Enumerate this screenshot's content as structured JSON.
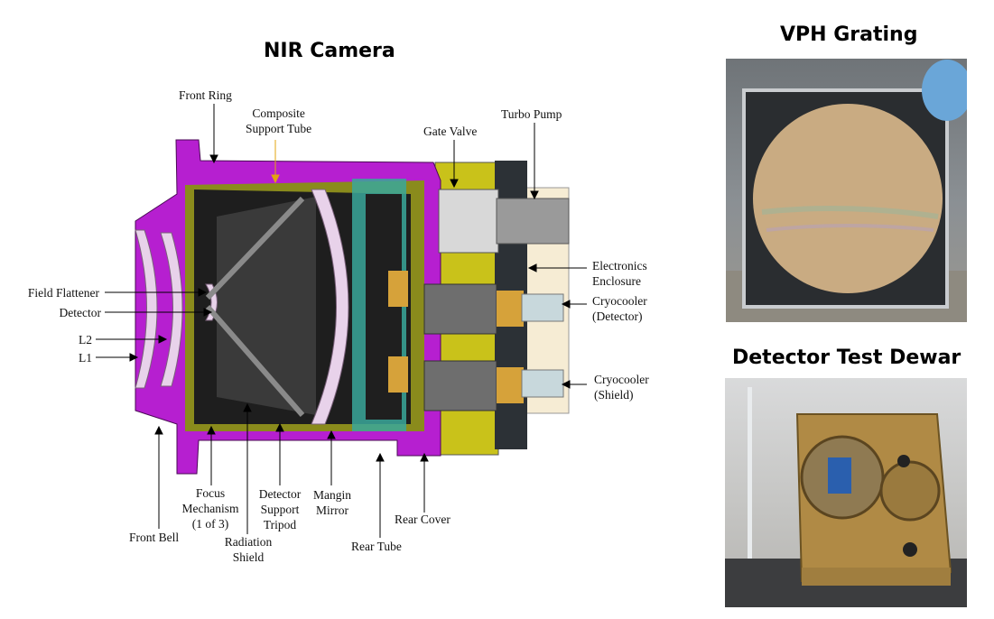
{
  "headings": {
    "nir_camera": "NIR Camera",
    "vph_grating": "VPH Grating",
    "detector_test_dewar": "Detector Test Dewar"
  },
  "labels": {
    "front_ring": "Front Ring",
    "composite_support_tube": [
      "Composite",
      "Support Tube"
    ],
    "gate_valve": "Gate Valve",
    "turbo_pump": "Turbo Pump",
    "electronics_enclosure": [
      "Electronics",
      "Enclosure"
    ],
    "cryocooler_detector": [
      "Cryocooler",
      "(Detector)"
    ],
    "cryocooler_shield": [
      "Cryocooler",
      "(Shield)"
    ],
    "field_flattener": "Field Flattener",
    "detector": "Detector",
    "l2": "L2",
    "l1": "L1",
    "front_bell": "Front Bell",
    "focus_mechanism": [
      "Focus",
      "Mechanism",
      "(1 of 3)"
    ],
    "radiation_shield": [
      "Radiation",
      "Shield"
    ],
    "detector_support_tripod": [
      "Detector",
      "Support",
      "Tripod"
    ],
    "mangin_mirror": [
      "Mangin",
      "Mirror"
    ],
    "rear_tube": "Rear Tube",
    "rear_cover": "Rear Cover"
  },
  "colors": {
    "housing": "#b61fd0",
    "dark_interior": "#1e1e1e",
    "lens": "#e8d2ea",
    "olive": "#8a8b1c",
    "teal": "#3aa79a",
    "gold": "#d6a23a",
    "yellow_cover": "#c9c21a",
    "electronics": "#f6ecd4",
    "grating_disc": "#c9ab82",
    "dewar_gold": "#b08a45"
  }
}
